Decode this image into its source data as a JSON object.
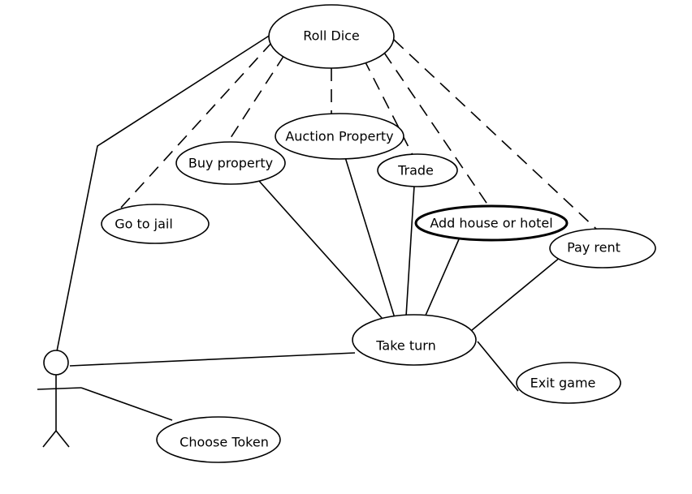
{
  "use_cases": {
    "roll_dice": "Roll Dice",
    "auction_property": "Auction Property",
    "buy_property": "Buy property",
    "trade": "Trade",
    "go_to_jail": "Go to jail",
    "add_house_or_hotel": "Add house or hotel",
    "pay_rent": "Pay rent",
    "take_turn": "Take turn",
    "exit_game": "Exit game",
    "choose_token": "Choose Token"
  },
  "relations": {
    "solid": [
      [
        "actor",
        "roll_dice"
      ],
      [
        "actor",
        "take_turn"
      ],
      [
        "actor",
        "choose_token"
      ],
      [
        "buy_property",
        "take_turn"
      ],
      [
        "auction_property",
        "take_turn"
      ],
      [
        "trade",
        "take_turn"
      ],
      [
        "add_house_or_hotel",
        "take_turn"
      ],
      [
        "pay_rent",
        "take_turn"
      ],
      [
        "take_turn",
        "exit_game"
      ]
    ],
    "dashed": [
      [
        "roll_dice",
        "go_to_jail"
      ],
      [
        "roll_dice",
        "buy_property"
      ],
      [
        "roll_dice",
        "auction_property"
      ],
      [
        "roll_dice",
        "trade"
      ],
      [
        "roll_dice",
        "add_house_or_hotel"
      ],
      [
        "roll_dice",
        "pay_rent"
      ]
    ]
  },
  "highlighted_use_case": "add_house_or_hotel"
}
